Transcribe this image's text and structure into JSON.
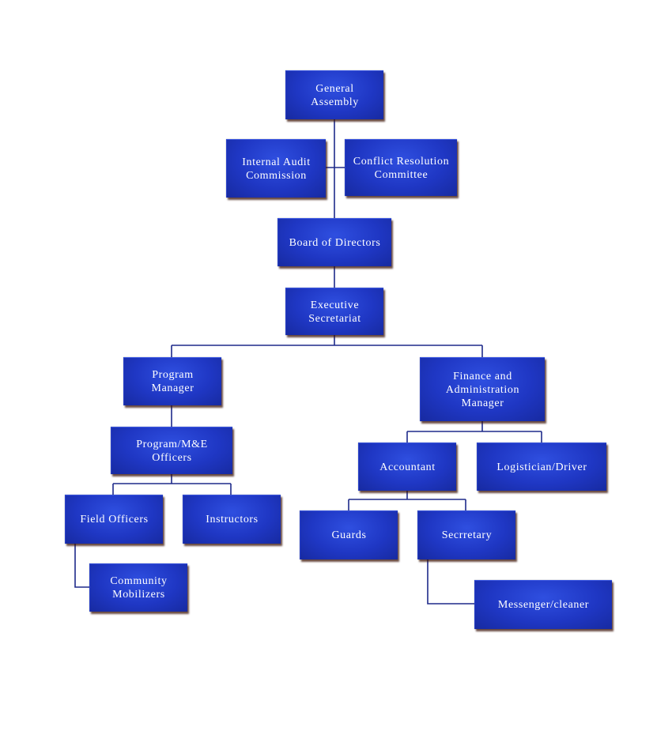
{
  "nodes": {
    "general_assembly": "General\nAssembly",
    "internal_audit": "Internal Audit\nCommission",
    "conflict_resolution": "Conflict Resolution\nCommittee",
    "board_of_directors": "Board of Directors",
    "executive_secretariat": "Executive\nSecretariat",
    "program_manager": "Program\nManager",
    "finance_admin_manager": "Finance and\nAdministration\nManager",
    "program_me_officers": "Program/M&E\nOfficers",
    "field_officers": "Field Officers",
    "instructors": "Instructors",
    "community_mobilizers": "Community\nMobilizers",
    "accountant": "Accountant",
    "logistician_driver": "Logistician/Driver",
    "guards": "Guards",
    "secretary": "Secrretary",
    "messenger_cleaner": "Messenger/cleaner"
  },
  "colors": {
    "box": "#1f37c4",
    "connector": "#1e2a8a",
    "text": "#ffffff"
  }
}
